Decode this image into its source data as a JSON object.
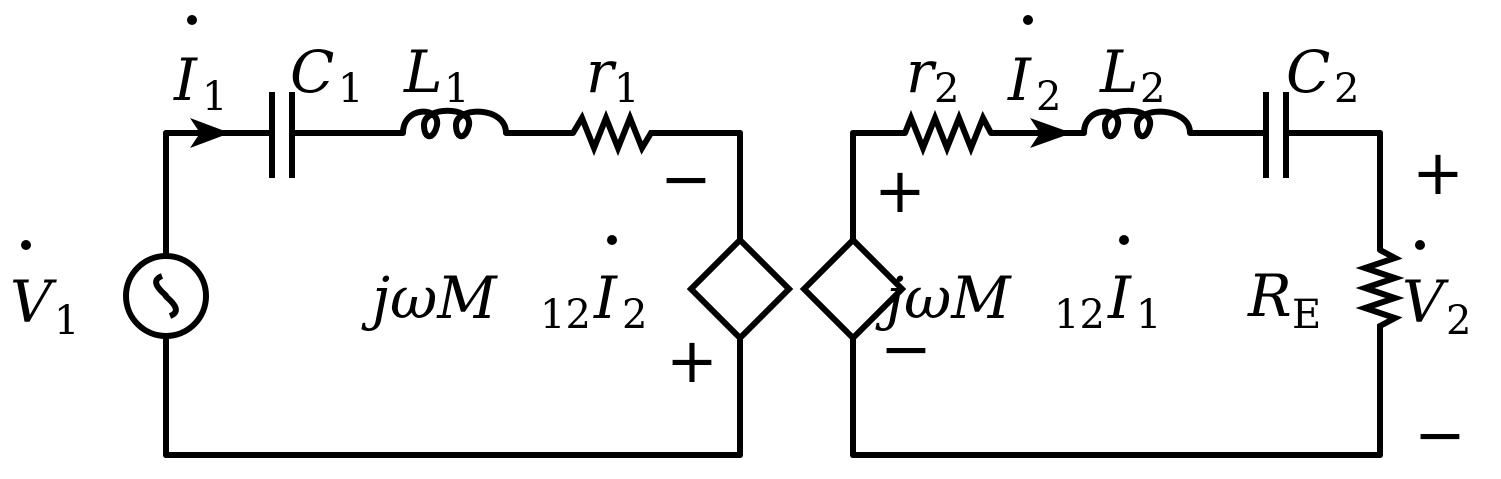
{
  "diagram": {
    "left_loop": {
      "source": {
        "symbol": "V",
        "subscript": "1"
      },
      "current": {
        "symbol": "I",
        "subscript": "1"
      },
      "capacitor": {
        "symbol": "C",
        "subscript": "1"
      },
      "inductor": {
        "symbol": "L",
        "subscript": "1"
      },
      "resistor": {
        "symbol": "r",
        "subscript": "1"
      },
      "dependent_source": {
        "prefix": "jωM",
        "subscript": "12",
        "current": "I",
        "current_subscript": "2"
      },
      "sign_top": "−",
      "sign_bottom": "+"
    },
    "right_loop": {
      "resistor": {
        "symbol": "r",
        "subscript": "2"
      },
      "current": {
        "symbol": "I",
        "subscript": "2"
      },
      "inductor": {
        "symbol": "L",
        "subscript": "2"
      },
      "capacitor": {
        "symbol": "C",
        "subscript": "2"
      },
      "dependent_source": {
        "prefix": "jωM",
        "subscript": "12",
        "current": "I",
        "current_subscript": "1"
      },
      "sign_top": "+",
      "sign_bottom": "−",
      "load": {
        "symbol": "R",
        "subscript": "E"
      },
      "output": {
        "symbol": "V",
        "subscript": "2"
      },
      "output_sign_top": "+",
      "output_sign_bottom": "−"
    }
  }
}
